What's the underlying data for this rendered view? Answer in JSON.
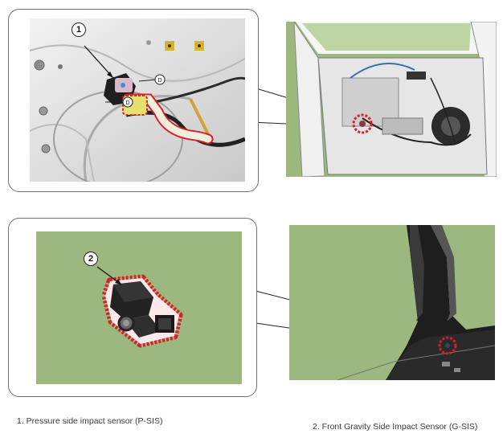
{
  "figure": {
    "callouts": [
      {
        "number": "1"
      },
      {
        "number": "2"
      }
    ],
    "captions": [
      {
        "text": "1. Pressure side impact sensor (P-SIS)"
      },
      {
        "text": "2. Front Gravity Side Impact Sensor (G-SIS)"
      }
    ],
    "colors": {
      "background_panel": "#9cb87f",
      "highlight_dashed": "#d9202a",
      "frame_border": "#6f6f6f"
    }
  }
}
